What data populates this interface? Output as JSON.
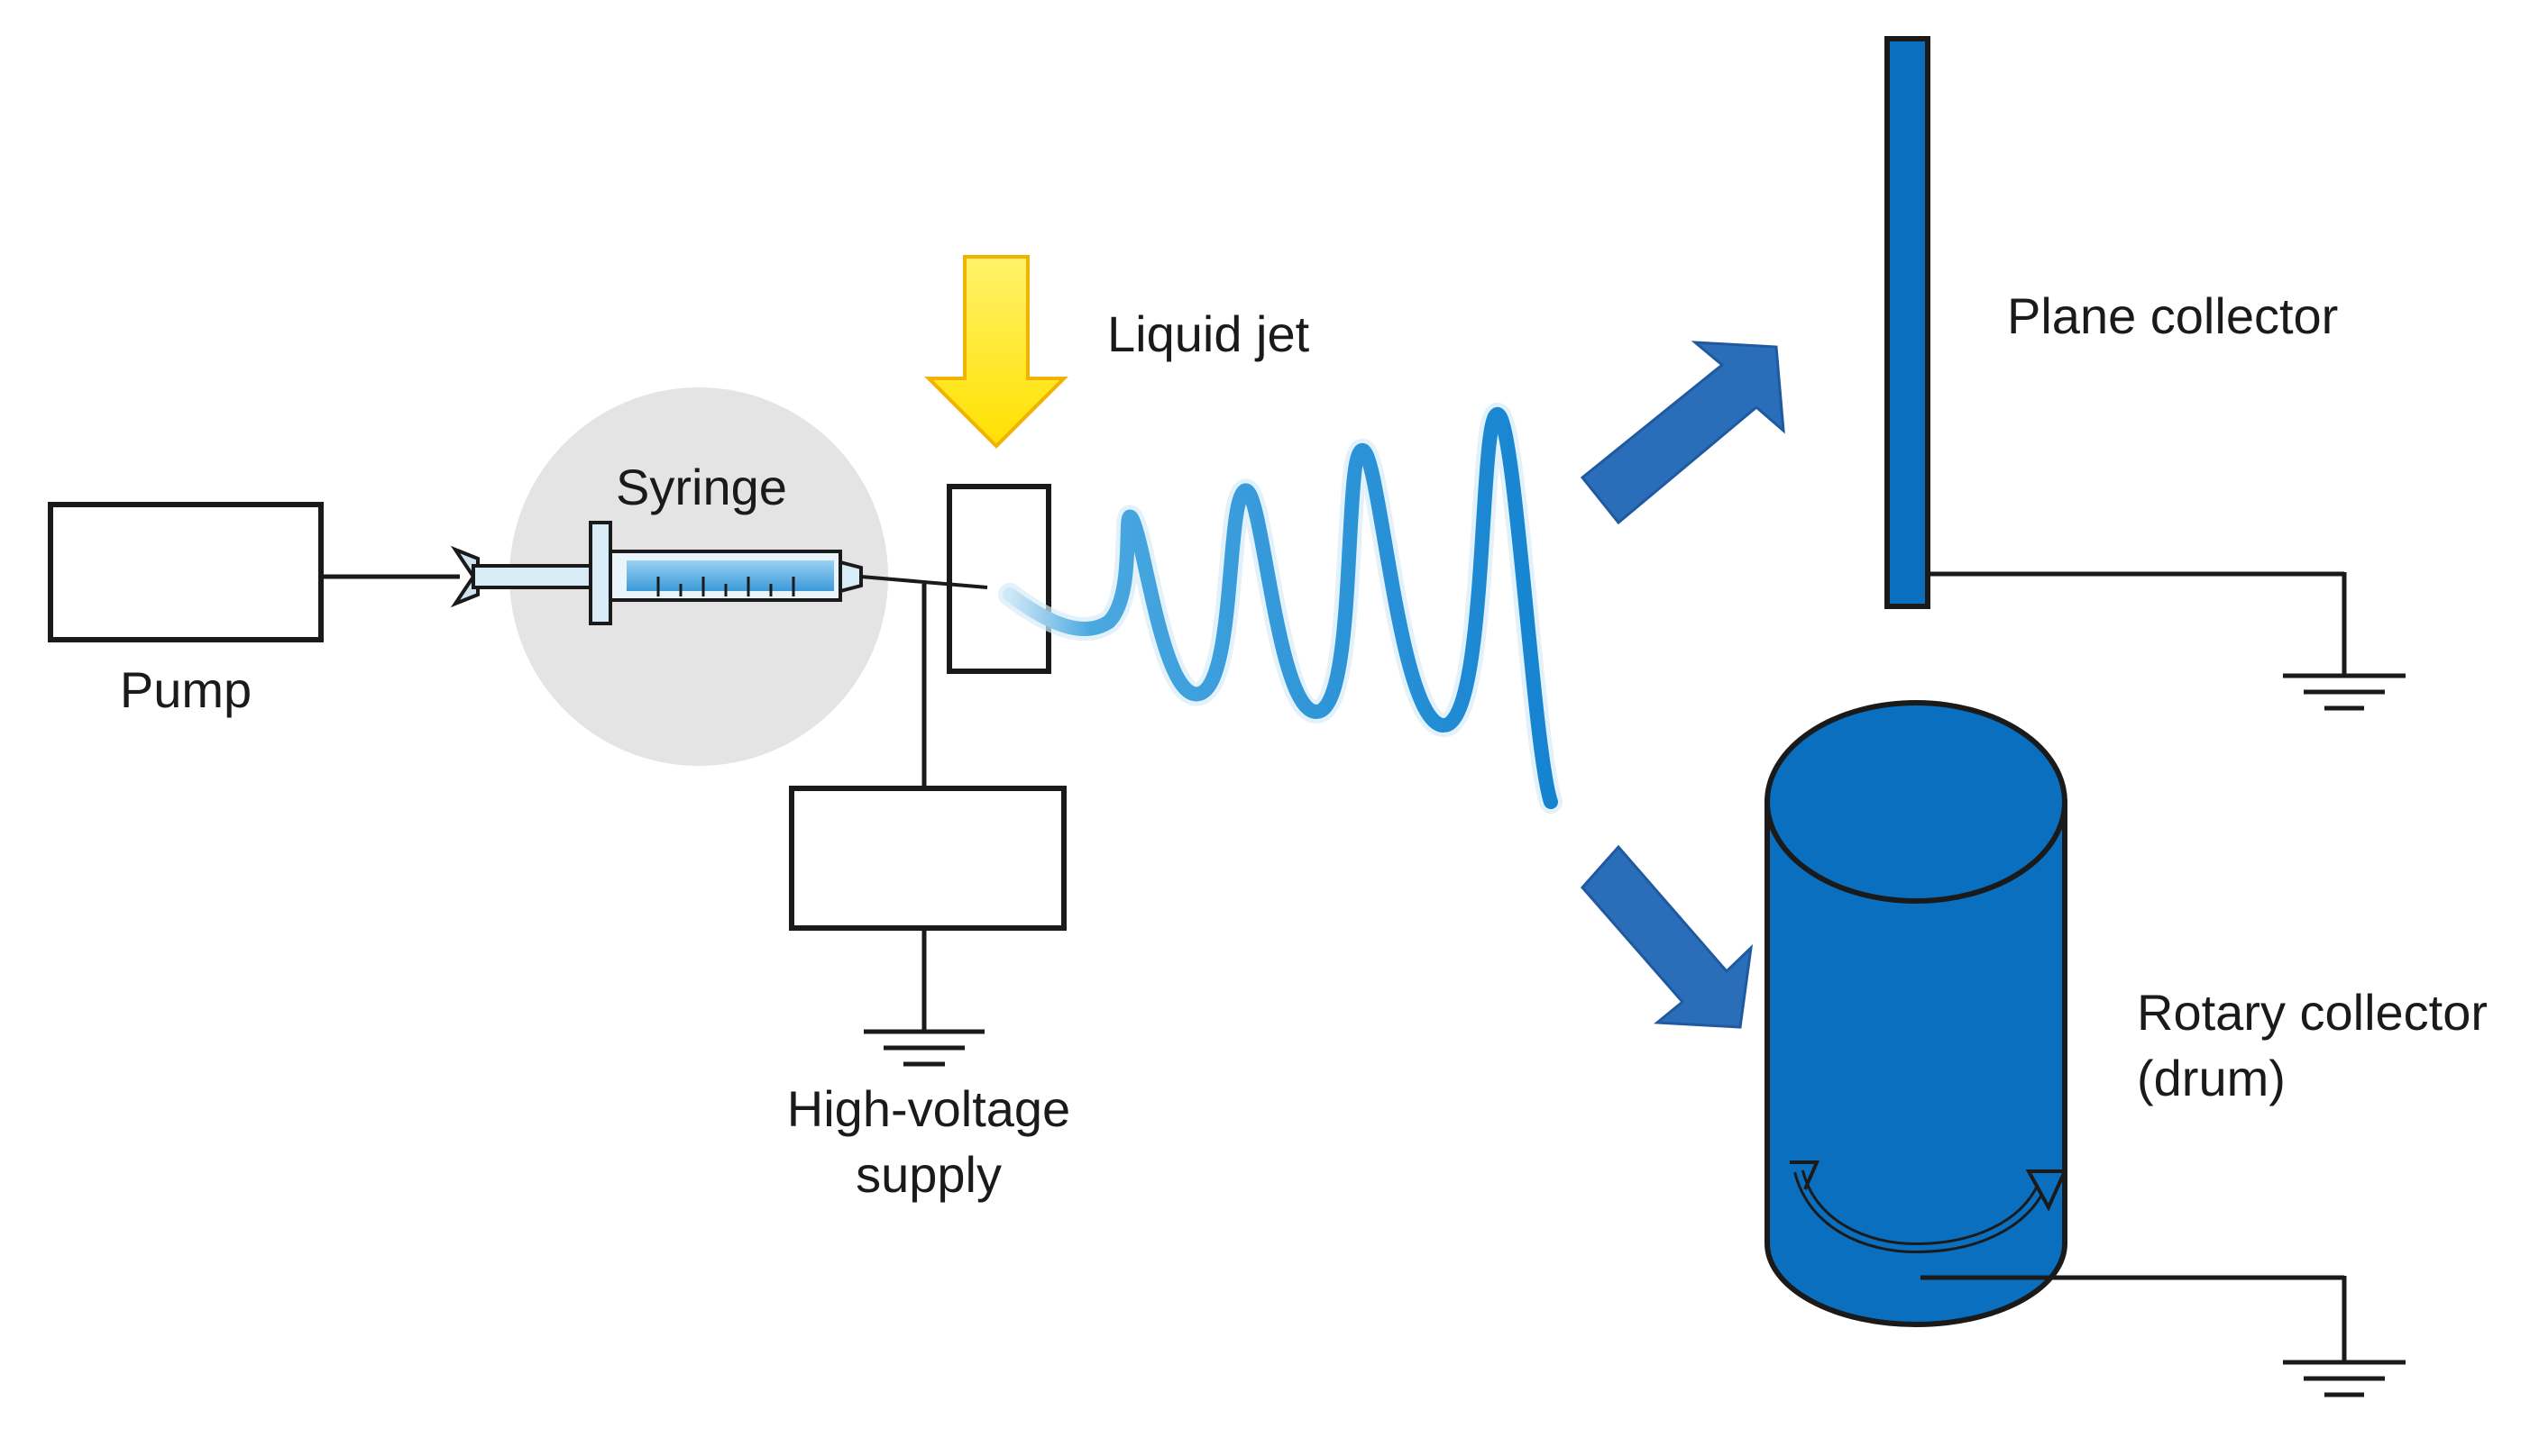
{
  "labels": {
    "pump": "Pump",
    "syringe": "Syringe",
    "liquid_jet": "Liquid jet",
    "high_voltage_line1": "High-voltage",
    "high_voltage_line2": "supply",
    "plane_collector": "Plane collector",
    "rotary_collector_line1": "Rotary collector",
    "rotary_collector_line2": "(drum)"
  },
  "icons": {
    "syringe": "syringe-icon",
    "arrow_down": "arrow-down-icon",
    "arrow_to_plane": "arrow-up-right-icon",
    "arrow_to_drum": "arrow-down-right-icon",
    "ground": "ground-icon",
    "rotation": "rotation-arrow-icon"
  },
  "colors": {
    "line": "#1a1a1a",
    "collector_blue": "#0a6fbe",
    "arrow_blue": "#2a6db8",
    "jet_blue": "#1b8fd8",
    "indicator_yellow": "#ffe100",
    "indicator_border": "#f2b200",
    "halo_gray": "#e4e4e4"
  }
}
